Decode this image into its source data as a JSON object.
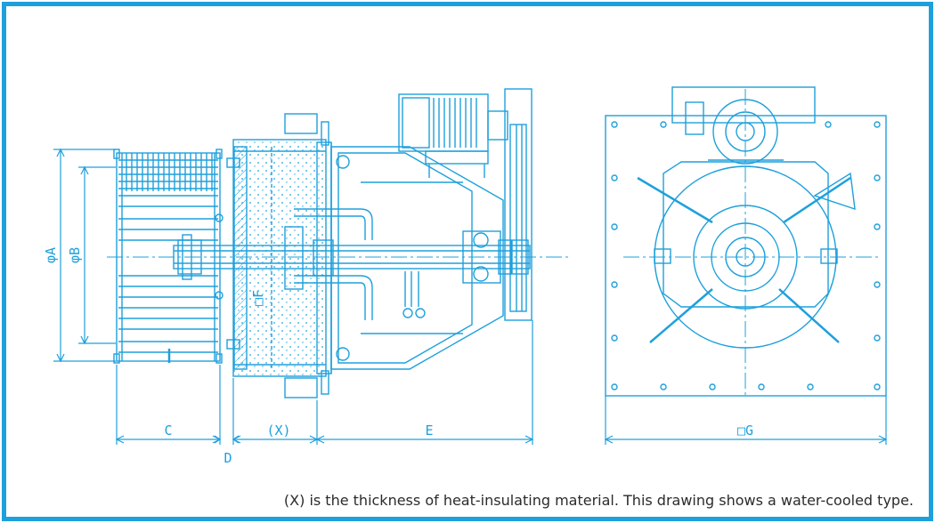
{
  "colors": {
    "line": "#1ea0dc",
    "border": "#1ea0dc",
    "text": "#2b2b2b"
  },
  "labels": {
    "phi_a": "φA",
    "phi_b": "φB",
    "c": "C",
    "d": "D",
    "x": "(X)",
    "e": "E",
    "f": "□F",
    "g": "□G"
  },
  "caption": "(X) is the thickness of heat-insulating material. This drawing shows a water-cooled type."
}
